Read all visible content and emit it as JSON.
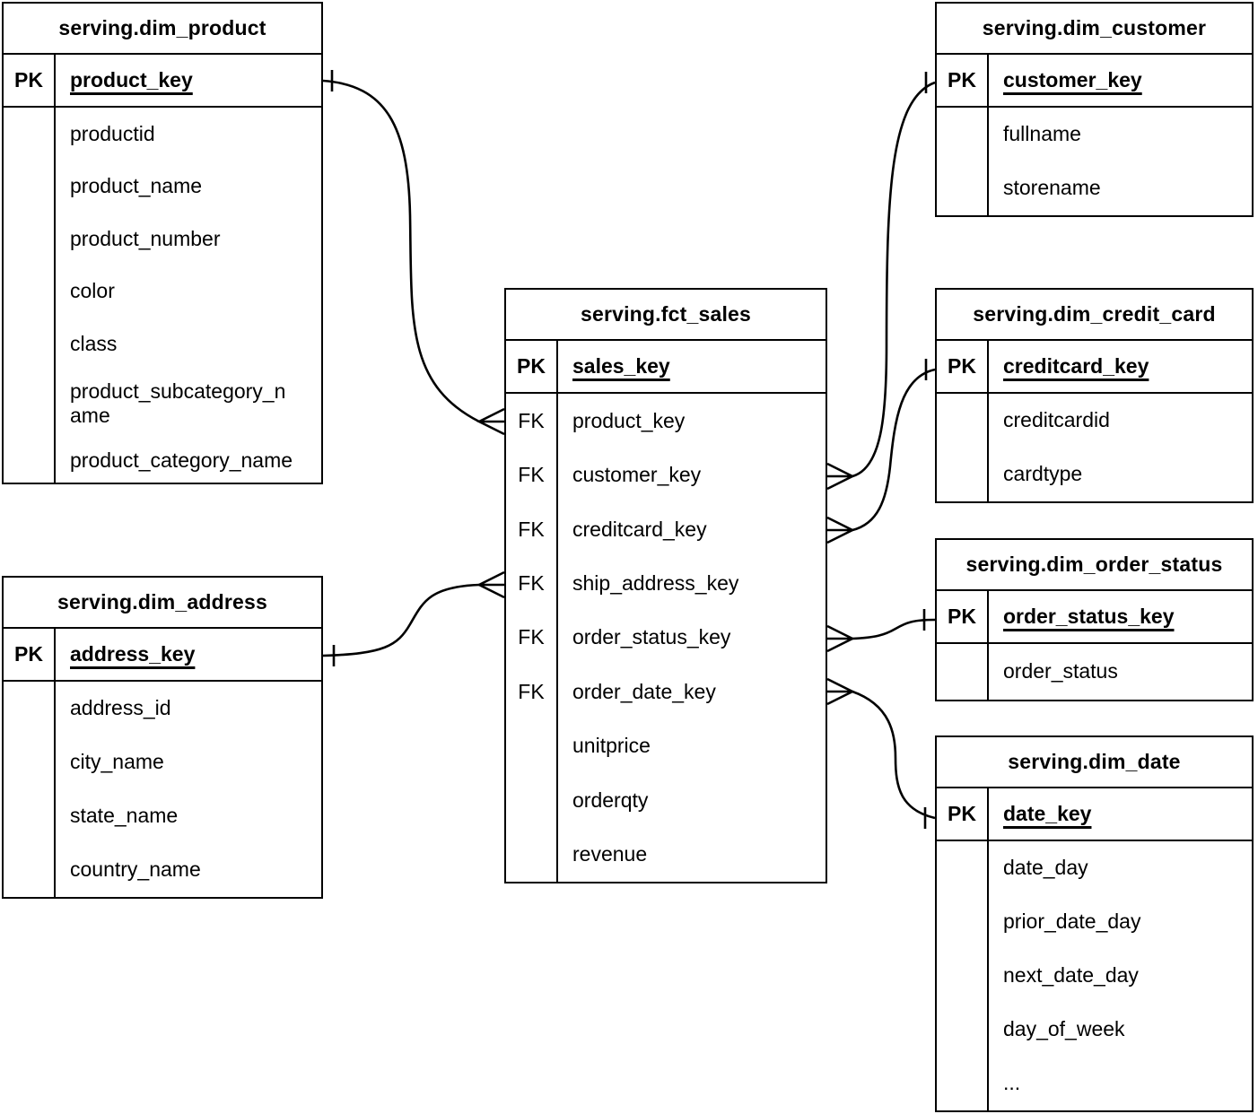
{
  "diagram_type": "entity-relationship",
  "colors": {
    "background": "#ffffff",
    "border": "#000000",
    "line": "#000000",
    "text": "#000000"
  },
  "tables": {
    "dim_product": {
      "title": "serving.dim_product",
      "pk_label": "PK",
      "pk_field": "product_key",
      "fields": [
        "productid",
        "product_name",
        "product_number",
        "color",
        "class",
        "product_subcategory_name",
        "product_category_name"
      ]
    },
    "dim_address": {
      "title": "serving.dim_address",
      "pk_label": "PK",
      "pk_field": "address_key",
      "fields": [
        "address_id",
        "city_name",
        "state_name",
        "country_name"
      ]
    },
    "fct_sales": {
      "title": "serving.fct_sales",
      "pk_label": "PK",
      "pk_field": "sales_key",
      "fields": [
        {
          "key": "FK",
          "name": "product_key"
        },
        {
          "key": "FK",
          "name": "customer_key"
        },
        {
          "key": "FK",
          "name": "creditcard_key"
        },
        {
          "key": "FK",
          "name": "ship_address_key"
        },
        {
          "key": "FK",
          "name": "order_status_key"
        },
        {
          "key": "FK",
          "name": "order_date_key"
        },
        {
          "key": "",
          "name": "unitprice"
        },
        {
          "key": "",
          "name": "orderqty"
        },
        {
          "key": "",
          "name": "revenue"
        }
      ]
    },
    "dim_customer": {
      "title": "serving.dim_customer",
      "pk_label": "PK",
      "pk_field": "customer_key",
      "fields": [
        "fullname",
        "storename"
      ]
    },
    "dim_credit_card": {
      "title": "serving.dim_credit_card",
      "pk_label": "PK",
      "pk_field": "creditcard_key",
      "fields": [
        "creditcardid",
        "cardtype"
      ]
    },
    "dim_order_status": {
      "title": "serving.dim_order_status",
      "pk_label": "PK",
      "pk_field": "order_status_key",
      "fields": [
        "order_status"
      ]
    },
    "dim_date": {
      "title": "serving.dim_date",
      "pk_label": "PK",
      "pk_field": "date_key",
      "fields": [
        "date_day",
        "prior_date_day",
        "next_date_day",
        "day_of_week",
        "..."
      ]
    }
  },
  "relationships": [
    {
      "from": "serving.dim_product.product_key",
      "to": "serving.fct_sales.product_key",
      "cardinality": "one-to-many"
    },
    {
      "from": "serving.dim_address.address_key",
      "to": "serving.fct_sales.ship_address_key",
      "cardinality": "one-to-many"
    },
    {
      "from": "serving.dim_customer.customer_key",
      "to": "serving.fct_sales.customer_key",
      "cardinality": "one-to-many"
    },
    {
      "from": "serving.dim_credit_card.creditcard_key",
      "to": "serving.fct_sales.creditcard_key",
      "cardinality": "one-to-many"
    },
    {
      "from": "serving.dim_order_status.order_status_key",
      "to": "serving.fct_sales.order_status_key",
      "cardinality": "one-to-many"
    },
    {
      "from": "serving.dim_date.date_key",
      "to": "serving.fct_sales.order_date_key",
      "cardinality": "one-to-many"
    }
  ]
}
